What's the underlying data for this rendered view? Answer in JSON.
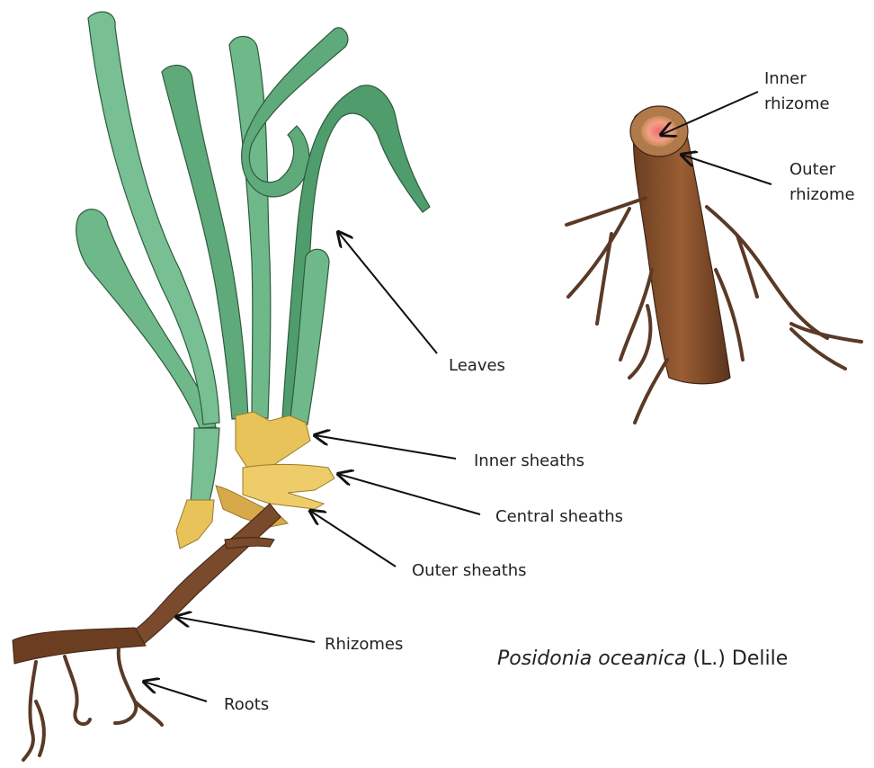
{
  "labels": {
    "inner_rhizome": [
      "Inner",
      "rhizome"
    ],
    "outer_rhizome": [
      "Outer",
      "rhizome"
    ],
    "leaves": "Leaves",
    "inner_sheaths": "Inner sheaths",
    "central_sheaths": "Central sheaths",
    "outer_sheaths": "Outer sheaths",
    "rhizomes": "Rhizomes",
    "roots": "Roots"
  },
  "species": {
    "genus_species": "Posidonia oceanica",
    "authority": "(L.) Delile"
  },
  "colors": {
    "leaf": "#6fb88a",
    "leaf_dark": "#3f8f5a",
    "sheath": "#e8c35a",
    "rhizome": "#7a4a2c",
    "inner_rhizome": "#f2a08a"
  }
}
